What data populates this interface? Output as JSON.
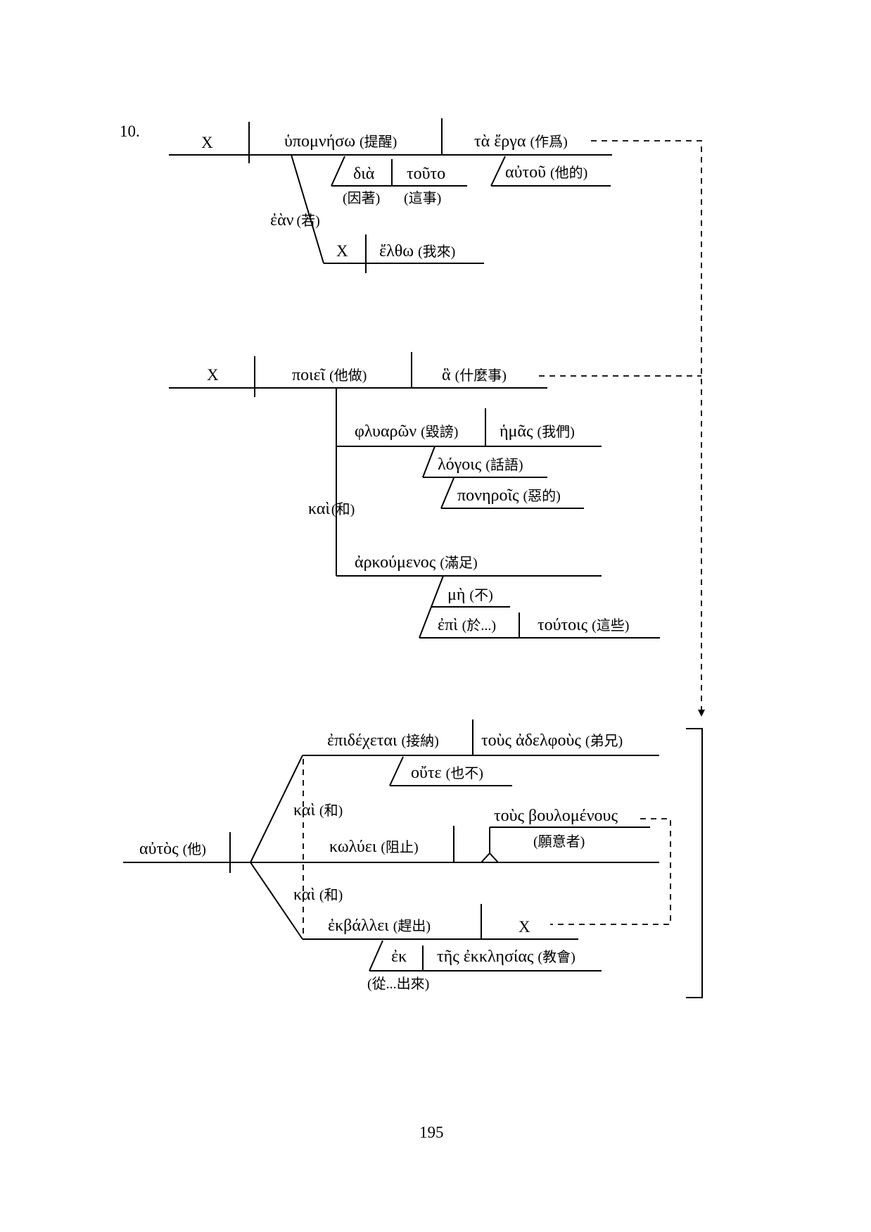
{
  "item_number": "10.",
  "page_number": "195",
  "diagram1": {
    "subject": "X",
    "verb": "ὑπομνήσω",
    "verb_gloss": "(提醒)",
    "object": "τὰ ἔργα",
    "object_gloss": "(作爲)",
    "prep": "διὰ",
    "prep_gloss": "(因著)",
    "prep_obj": "τοῦτο",
    "prep_obj_gloss": "(這事)",
    "modifier": "αὐτοῦ",
    "modifier_gloss": "(他的)",
    "conj": "ἐὰν",
    "conj_gloss": "(若)",
    "sub_subject": "X",
    "sub_verb": "ἔλθω",
    "sub_verb_gloss": "(我來)"
  },
  "diagram2": {
    "subject": "X",
    "verb": "ποιεῖ",
    "verb_gloss": "(他做)",
    "object": "ἃ",
    "object_gloss": "(什麼事)",
    "part1": "φλυαρῶν",
    "part1_gloss": "(毀謗)",
    "part1_obj": "ἡμᾶς",
    "part1_obj_gloss": "(我們)",
    "mod1": "λόγοις",
    "mod1_gloss": "(話語)",
    "mod2": "πονηροῖς",
    "mod2_gloss": "(惡的)",
    "conj": "καὶ",
    "conj_gloss": "(和)",
    "part2": "ἀρκούμενος",
    "part2_gloss": "(滿足)",
    "neg": "μὴ",
    "neg_gloss": "(不)",
    "prep": "ἐπὶ",
    "prep_gloss": "(於...)",
    "prep_obj": "τούτοις",
    "prep_obj_gloss": "(這些)"
  },
  "diagram3": {
    "subject": "αὐτὸς",
    "subject_gloss": "(他)",
    "verb1": "ἐπιδέχεται",
    "verb1_gloss": "(接納)",
    "obj1": "τοὺς ἀδελφοὺς",
    "obj1_gloss": "(弟兄)",
    "neg": "οὔτε",
    "neg_gloss": "(也不)",
    "conj1": "καὶ",
    "conj1_gloss": "(和)",
    "verb2": "κωλύει",
    "verb2_gloss": "(阻止)",
    "obj2": "τοὺς βουλομένους",
    "obj2_gloss": "(願意者)",
    "conj2": "καὶ",
    "conj2_gloss": "(和)",
    "verb3": "ἐκβάλλει",
    "verb3_gloss": "(趕出)",
    "obj3": "X",
    "prep": "ἐκ",
    "prep_gloss": "(從...出來)",
    "prep_obj": "τῆς ἐκκλησίας",
    "prep_obj_gloss": "(教會)"
  }
}
